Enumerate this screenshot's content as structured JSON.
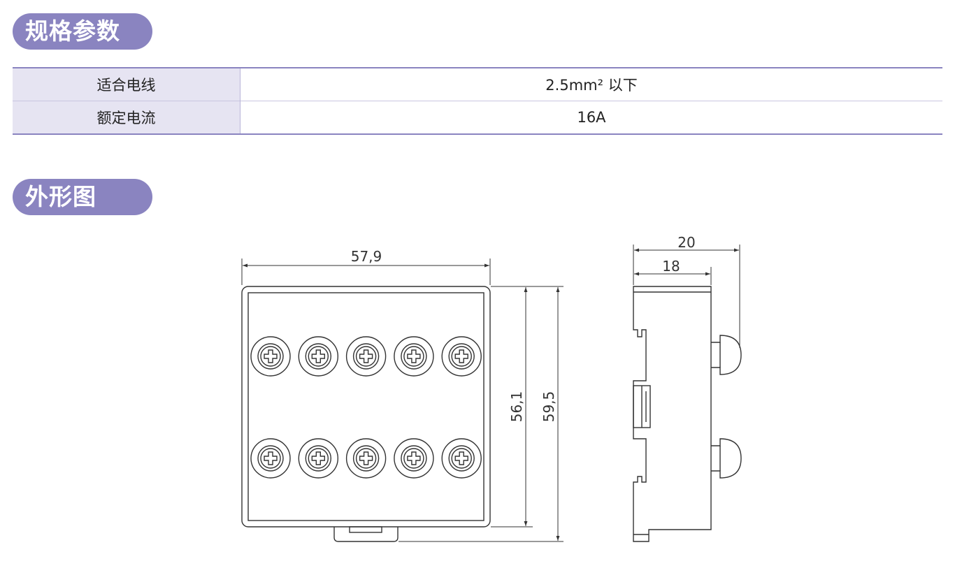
{
  "sections": {
    "specs_title": "规格参数",
    "outline_title": "外形图"
  },
  "specs": {
    "rows": [
      {
        "label": "适合电线",
        "value": "2.5mm² 以下"
      },
      {
        "label": "额定电流",
        "value": "16A"
      }
    ]
  },
  "drawing": {
    "front": {
      "width_label": "57,9",
      "inner_height_label": "56,1",
      "outer_height_label": "59,5",
      "terminal_rows": 2,
      "terminals_per_row": 5
    },
    "side": {
      "overall_depth_label": "20",
      "body_depth_label": "18"
    }
  },
  "colors": {
    "accent": "#8a84c0",
    "label_cell_bg": "#e6e4f2",
    "line": "#333333"
  }
}
